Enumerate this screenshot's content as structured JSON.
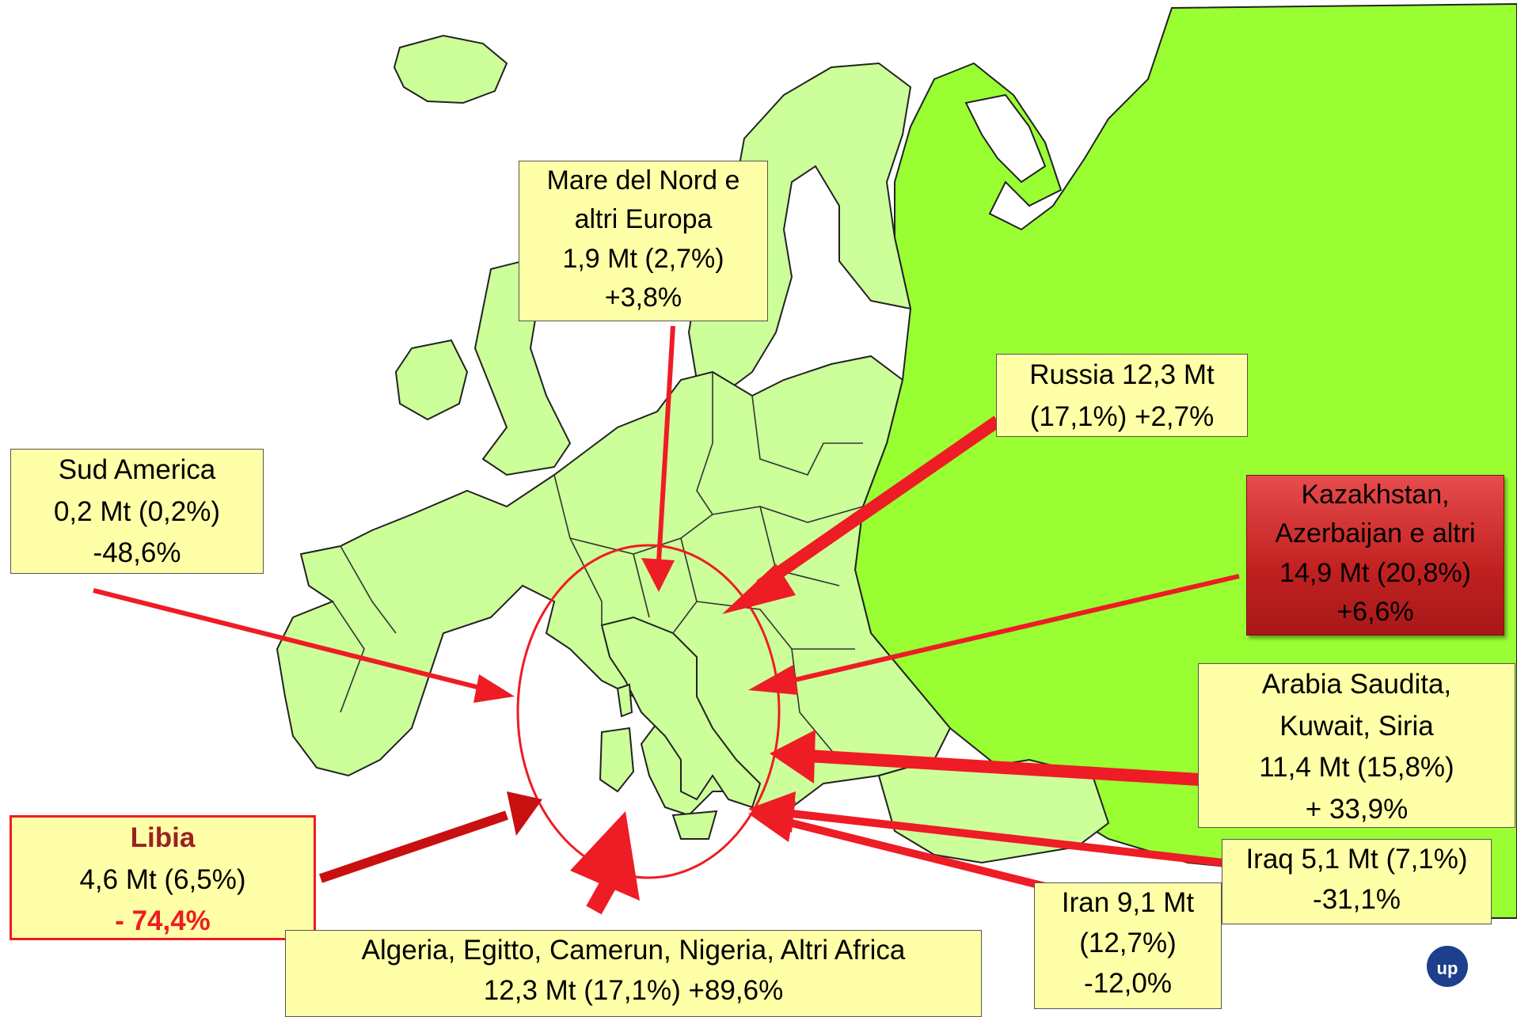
{
  "labels": {
    "nord": [
      "Mare del Nord e",
      "altri Europa",
      "1,9 Mt (2,7%)",
      "+3,8%"
    ],
    "sud_america": [
      "Sud America",
      "0,2 Mt (0,2%)",
      "-48,6%"
    ],
    "russia": [
      "Russia 12,3 Mt",
      "(17,1%) +2,7%"
    ],
    "kazakhstan": [
      "Kazakhstan,",
      "Azerbaijan e altri",
      "14,9 Mt (20,8%)",
      "+6,6%"
    ],
    "arabia": [
      "Arabia Saudita,",
      "Kuwait, Siria",
      "11,4 Mt (15,8%)",
      "+ 33,9%"
    ],
    "iraq": [
      "Iraq 5,1 Mt (7,1%)",
      "-31,1%"
    ],
    "iran": [
      "Iran 9,1 Mt",
      "(12,7%)",
      "-12,0%"
    ],
    "libia": [
      "Libia",
      "4,6 Mt  (6,5%)",
      "- 74,4%"
    ],
    "africa": [
      "Algeria, Egitto, Camerun, Nigeria, Altri Africa",
      "12,3 Mt (17,1%)  +89,6%"
    ]
  },
  "logo": "up",
  "colors": {
    "land_europe": "#ccff99",
    "land_russia": "#99ff33",
    "arrow": "#ff1a1a",
    "arrow_dark": "#c81010",
    "label_fill": "#ffffa8",
    "highlight_box": "#c02020"
  }
}
